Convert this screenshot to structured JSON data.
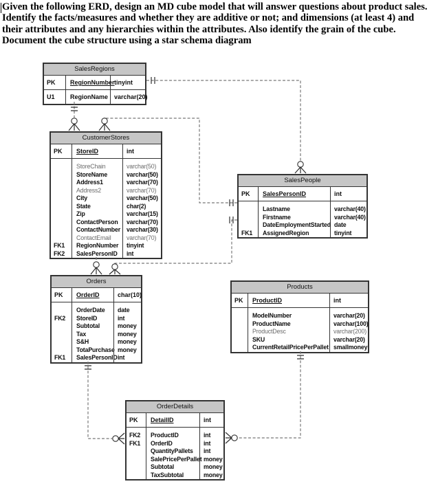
{
  "task_text": "Given the following ERD, design an MD cube model that will answer questions about product sales. Identify the facts/measures and whether they are additive or not; and dimensions (at least 4) and their attributes and any hierarchies within the attributes. Also identify the grain of the cube. Document the cube structure using a star schema diagram",
  "colors": {
    "entity_header_fill": "#c6c6c6",
    "entity_border": "#333333",
    "muted_field_text": "#6a6a6a",
    "relationship_line": "#787878"
  },
  "entities": [
    {
      "id": "salesregions",
      "title": "SalesRegions",
      "pk_rows": [
        {
          "key": "PK",
          "name": "RegionNumber",
          "type": "tinyint",
          "u": true
        }
      ],
      "attr_rows": [
        {
          "key": "U1",
          "name": "RegionName",
          "type": "varchar(20)"
        }
      ]
    },
    {
      "id": "customerstores",
      "title": "CustomerStores",
      "pk_rows": [
        {
          "key": "PK",
          "name": "StoreID",
          "type": "int",
          "u": true
        }
      ],
      "attr_rows": [
        {
          "key": "",
          "name": "StoreChain",
          "type": "varchar(50)",
          "m": true
        },
        {
          "key": "",
          "name": "StoreName",
          "type": "varchar(50)"
        },
        {
          "key": "",
          "name": "Address1",
          "type": "varchar(70)"
        },
        {
          "key": "",
          "name": "Address2",
          "type": "varchar(70)",
          "m": true
        },
        {
          "key": "",
          "name": "City",
          "type": "varchar(50)"
        },
        {
          "key": "",
          "name": "State",
          "type": "char(2)"
        },
        {
          "key": "",
          "name": "Zip",
          "type": "varchar(15)"
        },
        {
          "key": "",
          "name": "ContactPerson",
          "type": "varchar(70)"
        },
        {
          "key": "",
          "name": "ContactNumber",
          "type": "varchar(30)"
        },
        {
          "key": "",
          "name": "ContactEmail",
          "type": "varchar(70)",
          "m": true
        },
        {
          "key": "FK1",
          "name": "RegionNumber",
          "type": "tinyint"
        },
        {
          "key": "FK2",
          "name": "SalesPersonID",
          "type": "int"
        }
      ]
    },
    {
      "id": "salespeople",
      "title": "SalesPeople",
      "pk_rows": [
        {
          "key": "PK",
          "name": "SalesPersonID",
          "type": "int",
          "u": true
        }
      ],
      "attr_rows": [
        {
          "key": "",
          "name": "Lastname",
          "type": "varchar(40)"
        },
        {
          "key": "",
          "name": "Firstname",
          "type": "varchar(40)"
        },
        {
          "key": "",
          "name": "DateEmploymentStarted",
          "type": "date"
        },
        {
          "key": "FK1",
          "name": "AssignedRegion",
          "type": "tinyint"
        }
      ]
    },
    {
      "id": "orders",
      "title": "Orders",
      "pk_rows": [
        {
          "key": "PK",
          "name": "OrderID",
          "type": "char(10)",
          "u": true
        }
      ],
      "attr_rows": [
        {
          "key": "",
          "name": "OrderDate",
          "type": "date"
        },
        {
          "key": "FK2",
          "name": "StoreID",
          "type": "int"
        },
        {
          "key": "",
          "name": "Subtotal",
          "type": "money"
        },
        {
          "key": "",
          "name": "Tax",
          "type": "money"
        },
        {
          "key": "",
          "name": "S&H",
          "type": "money"
        },
        {
          "key": "",
          "name": "TotaPurchase",
          "type": "money"
        },
        {
          "key": "FK1",
          "name": "SalesPersonID",
          "type": "int"
        }
      ]
    },
    {
      "id": "products",
      "title": "Products",
      "pk_rows": [
        {
          "key": "PK",
          "name": "ProductID",
          "type": "int",
          "u": true
        }
      ],
      "attr_rows": [
        {
          "key": "",
          "name": "ModelNumber",
          "type": "varchar(20)"
        },
        {
          "key": "",
          "name": "ProductName",
          "type": "varchar(100)"
        },
        {
          "key": "",
          "name": "ProductDesc",
          "type": "varchar(200)",
          "m": true
        },
        {
          "key": "",
          "name": "SKU",
          "type": "varchar(20)"
        },
        {
          "key": "",
          "name": "CurrentRetailPricePerPallet",
          "type": "smallmoney"
        }
      ]
    },
    {
      "id": "orderdetails",
      "title": "OrderDetails",
      "pk_rows": [
        {
          "key": "PK",
          "name": "DetailID",
          "type": "int",
          "u": true
        }
      ],
      "attr_rows": [
        {
          "key": "FK2",
          "name": "ProductID",
          "type": "int"
        },
        {
          "key": "FK1",
          "name": "OrderID",
          "type": "int"
        },
        {
          "key": "",
          "name": "QuantityPallets",
          "type": "int"
        },
        {
          "key": "",
          "name": "SalePricePerPallet",
          "type": "money"
        },
        {
          "key": "",
          "name": "Subtotal",
          "type": "money"
        },
        {
          "key": "",
          "name": "TaxSubtotal",
          "type": "money"
        }
      ]
    }
  ],
  "relationships": [
    {
      "one_side": "SalesRegions",
      "many_side": "SalesPeople",
      "one_symbol": "exactly-one",
      "many_symbol": "zero-or-many",
      "line_style": "dashed"
    },
    {
      "one_side": "SalesRegions",
      "many_side": "CustomerStores",
      "one_symbol": "exactly-one",
      "many_symbol": "zero-or-many",
      "line_style": "dashed"
    },
    {
      "one_side": "SalesPeople",
      "many_side": "CustomerStores",
      "one_symbol": "exactly-one",
      "many_symbol": "zero-or-many",
      "line_style": "dashed"
    },
    {
      "one_side": "SalesPeople",
      "many_side": "Orders",
      "one_symbol": "exactly-one",
      "many_symbol": "zero-or-many",
      "line_style": "dashed"
    },
    {
      "one_side": "CustomerStores",
      "many_side": "Orders",
      "one_symbol": "one",
      "many_symbol": "zero-or-many",
      "line_style": "dashed"
    },
    {
      "one_side": "Orders",
      "many_side": "OrderDetails",
      "one_symbol": "exactly-one",
      "many_symbol": "zero-or-many",
      "line_style": "dashed"
    },
    {
      "one_side": "Products",
      "many_side": "OrderDetails",
      "one_symbol": "exactly-one",
      "many_symbol": "zero-or-many",
      "line_style": "dashed"
    }
  ]
}
